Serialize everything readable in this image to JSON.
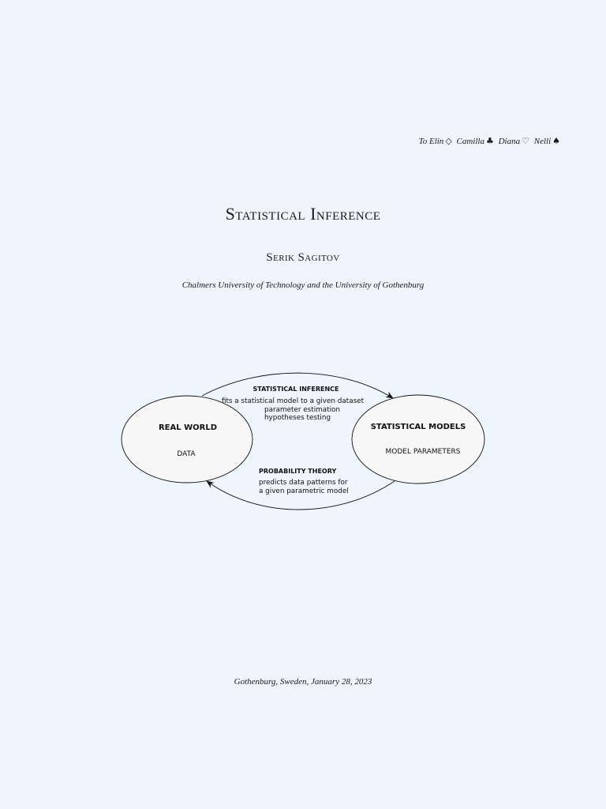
{
  "dedication": {
    "prefix": "To",
    "names": [
      "Elin",
      "Camilla",
      "Diana",
      "Nelli"
    ],
    "suits": [
      "◇",
      "♣",
      "♡",
      "♠"
    ]
  },
  "title": "Statistical Inference",
  "author": "Serik Sagitov",
  "affiliation": "Chalmers University of Technology and the University of Gothenburg",
  "diagram": {
    "left_ellipse": {
      "title": "REAL WORLD",
      "subtitle": "DATA"
    },
    "right_ellipse": {
      "title": "STATISTICAL MODELS",
      "subtitle": "MODEL PARAMETERS"
    },
    "top_arrow": {
      "title": "STATISTICAL INFERENCE",
      "lines": [
        "fits a statistical model to a given dataset",
        "parameter estimation",
        "hypotheses testing"
      ]
    },
    "bottom_arrow": {
      "title": "PROBABILITY THEORY",
      "lines": [
        "predicts data patterns for",
        "a given parametric model"
      ]
    }
  },
  "date": "Gothenburg, Sweden, January 28, 2023"
}
